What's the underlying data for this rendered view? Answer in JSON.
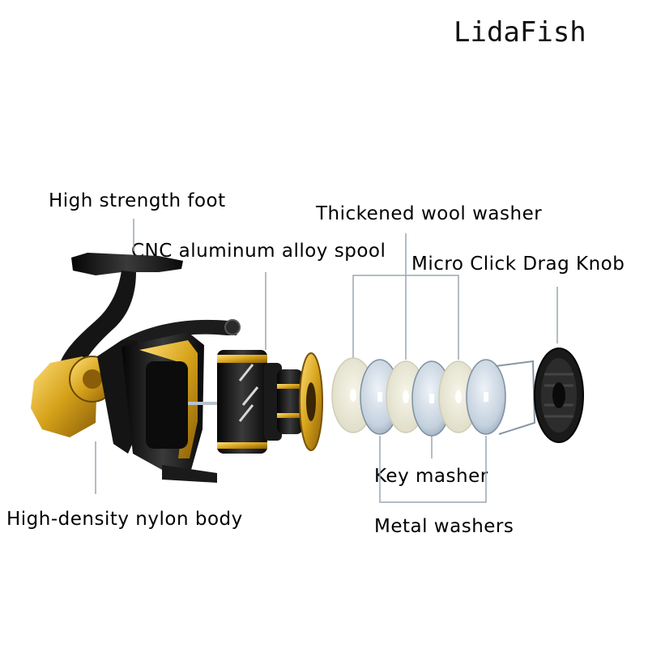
{
  "brand": "LidaFish",
  "labels": {
    "foot": "High strength foot",
    "spool": "CNC aluminum alloy spool",
    "wool": "Thickened wool washer",
    "knob": "Micro Click Drag Knob",
    "key": "Key masher",
    "metal": "Metal washers",
    "body": "High-density nylon body"
  },
  "colors": {
    "gold": "#d6a21a",
    "black": "#1a1a1a",
    "felt": "#efeedd",
    "metal": "#c9d6e3",
    "leader": "#9aa7b4"
  }
}
